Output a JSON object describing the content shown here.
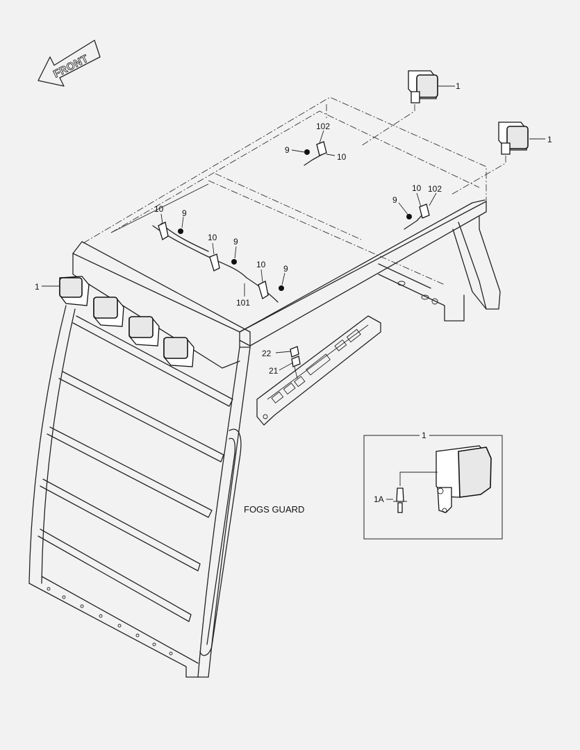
{
  "direction_arrow": {
    "label": "FRONT"
  },
  "section_title": "FOGS GUARD",
  "callouts": {
    "lamp_top_a": "1",
    "lamp_top_b": "1",
    "lamp_left": "1",
    "bracket_102_top": "102",
    "bolt_9_top": "9",
    "bracket_10_top": "10",
    "bracket_10_right": "10",
    "bracket_102_right": "102",
    "bolt_9_right": "9",
    "bracket_10_left": "10",
    "bolt_9_left": "9",
    "bracket_10_mid": "10",
    "bolt_9_mid": "9",
    "bracket_10_low": "10",
    "bolt_9_low": "9",
    "harness_101": "101",
    "switch_22": "22",
    "switch_21": "21"
  },
  "detail_inset": {
    "title": "1",
    "bulb_label": "1A"
  },
  "colors": {
    "background": "#f2f2f2",
    "line": "#222222"
  }
}
